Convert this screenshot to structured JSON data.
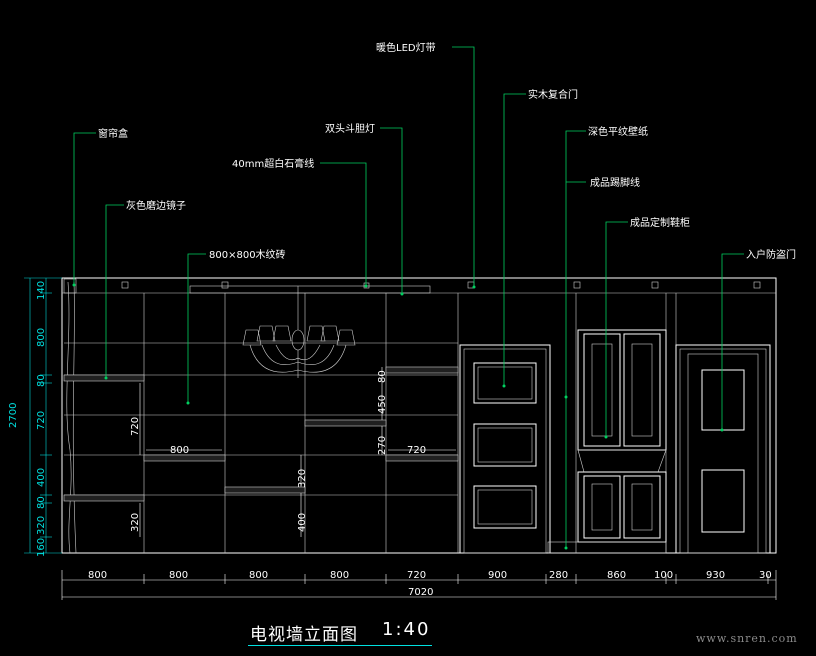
{
  "drawing": {
    "title": "电视墙立面图",
    "scale": "1:40",
    "watermark": "www.snren.com"
  },
  "annotations": [
    {
      "id": "curtain-box",
      "text": "窗帘盒"
    },
    {
      "id": "gray-mirror",
      "text": "灰色磨边镜子"
    },
    {
      "id": "wood-tile",
      "text": "800×800木纹砖"
    },
    {
      "id": "gypsum-line",
      "text": "40mm超白石膏线"
    },
    {
      "id": "spotlight",
      "text": "双头斗胆灯"
    },
    {
      "id": "led-strip",
      "text": "暖色LED灯带"
    },
    {
      "id": "wood-door",
      "text": "实木复合门"
    },
    {
      "id": "wallpaper",
      "text": "深色平纹壁纸"
    },
    {
      "id": "skirting",
      "text": "成品踢脚线"
    },
    {
      "id": "cabinet",
      "text": "成品定制鞋柜"
    },
    {
      "id": "security-door",
      "text": "入户防盗门"
    }
  ],
  "dims_bottom": [
    "800",
    "800",
    "800",
    "800",
    "720",
    "900",
    "280",
    "860",
    "100",
    "930",
    "30"
  ],
  "dim_total": "7020",
  "dims_left": [
    "140",
    "800",
    "80",
    "720",
    "400",
    "80",
    "320",
    "160"
  ],
  "dim_left_total": "2700",
  "dims_inner": [
    {
      "id": "d720a",
      "text": "720"
    },
    {
      "id": "d320a",
      "text": "320"
    },
    {
      "id": "d800a",
      "text": "800"
    },
    {
      "id": "d320b",
      "text": "320"
    },
    {
      "id": "d400a",
      "text": "400"
    },
    {
      "id": "d80a",
      "text": "80"
    },
    {
      "id": "d450a",
      "text": "450"
    },
    {
      "id": "d270a",
      "text": "270"
    },
    {
      "id": "d720b",
      "text": "720"
    }
  ],
  "colors": {
    "background": "#000000",
    "lines": "#ffffff",
    "leader": "#00d060",
    "dimension": "#00e0e0"
  }
}
